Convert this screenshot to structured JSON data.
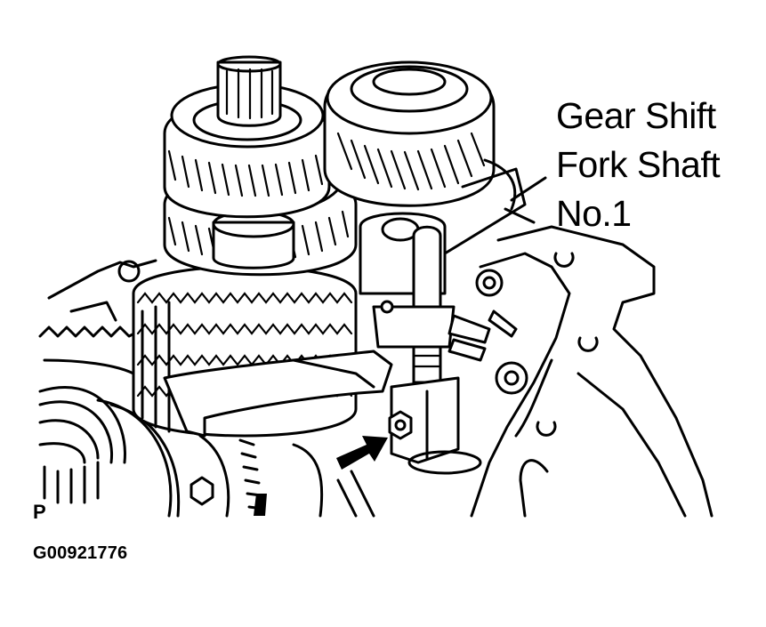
{
  "figure": {
    "callout": {
      "lines": [
        "Gear Shift",
        "Fork Shaft",
        "No.1"
      ],
      "full_text": "Gear Shift Fork Shaft No.1"
    },
    "view_letter": "P",
    "figure_id": "G00921776",
    "colors": {
      "line": "#000000",
      "background": "#ffffff"
    },
    "icons": [
      "leader-line",
      "arrow-pointer",
      "gear",
      "shaft",
      "bolt"
    ]
  }
}
